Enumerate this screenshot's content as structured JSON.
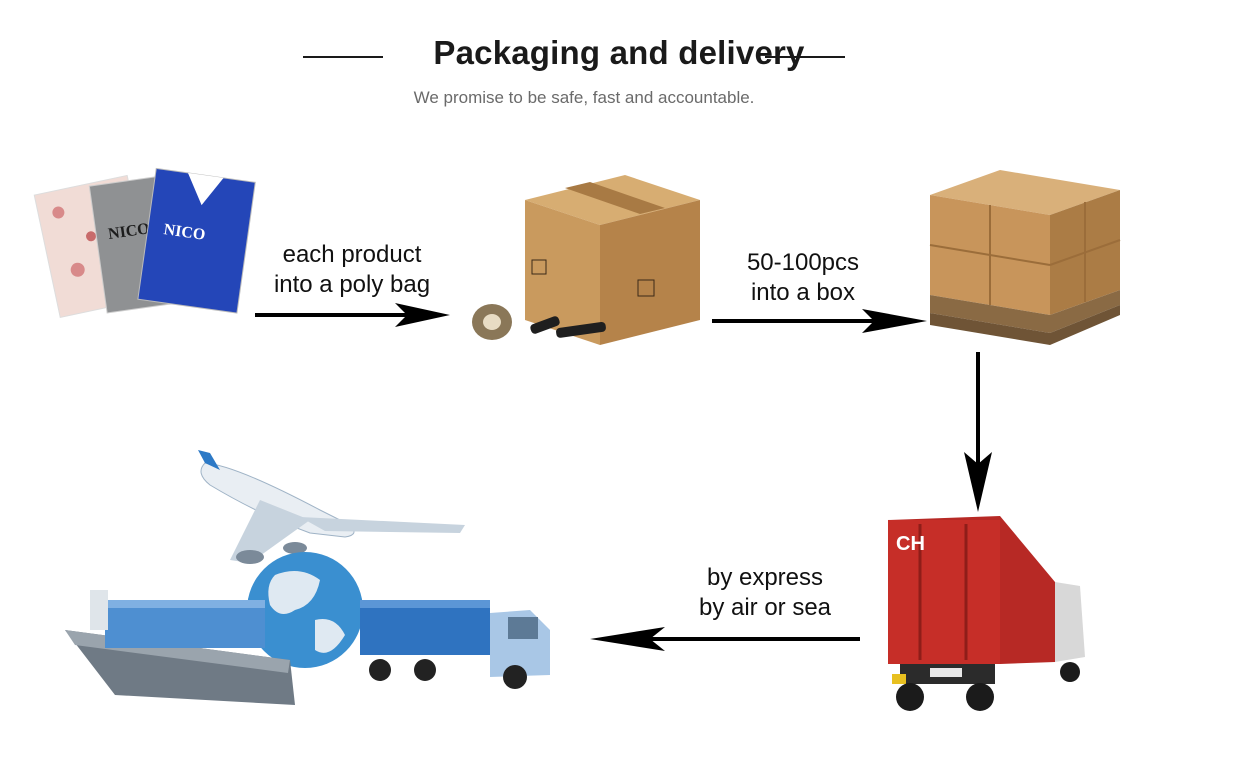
{
  "header": {
    "title": "Packaging and delivery",
    "subtitle": "We promise to be safe, fast and accountable."
  },
  "steps": [
    {
      "label_lines": [
        "each product",
        "into a poly bag"
      ],
      "icon": "poly-bag-clothes-icon"
    },
    {
      "label_lines": [
        "50-100pcs",
        "into a box"
      ],
      "icon": "carton-box-icon"
    },
    {
      "label_lines": [
        "by express",
        "by air or sea"
      ],
      "icon": "pallet-boxes-icon"
    }
  ],
  "images": {
    "clothes_brand": "NICO",
    "container_brand": "CH"
  },
  "colors": {
    "text": "#1a1a1a",
    "subtitle": "#6a6a6a",
    "cardboard": "#c99a5e",
    "container_red": "#c62e28",
    "globe_blue": "#3a8fd0",
    "arrow": "#000000"
  }
}
